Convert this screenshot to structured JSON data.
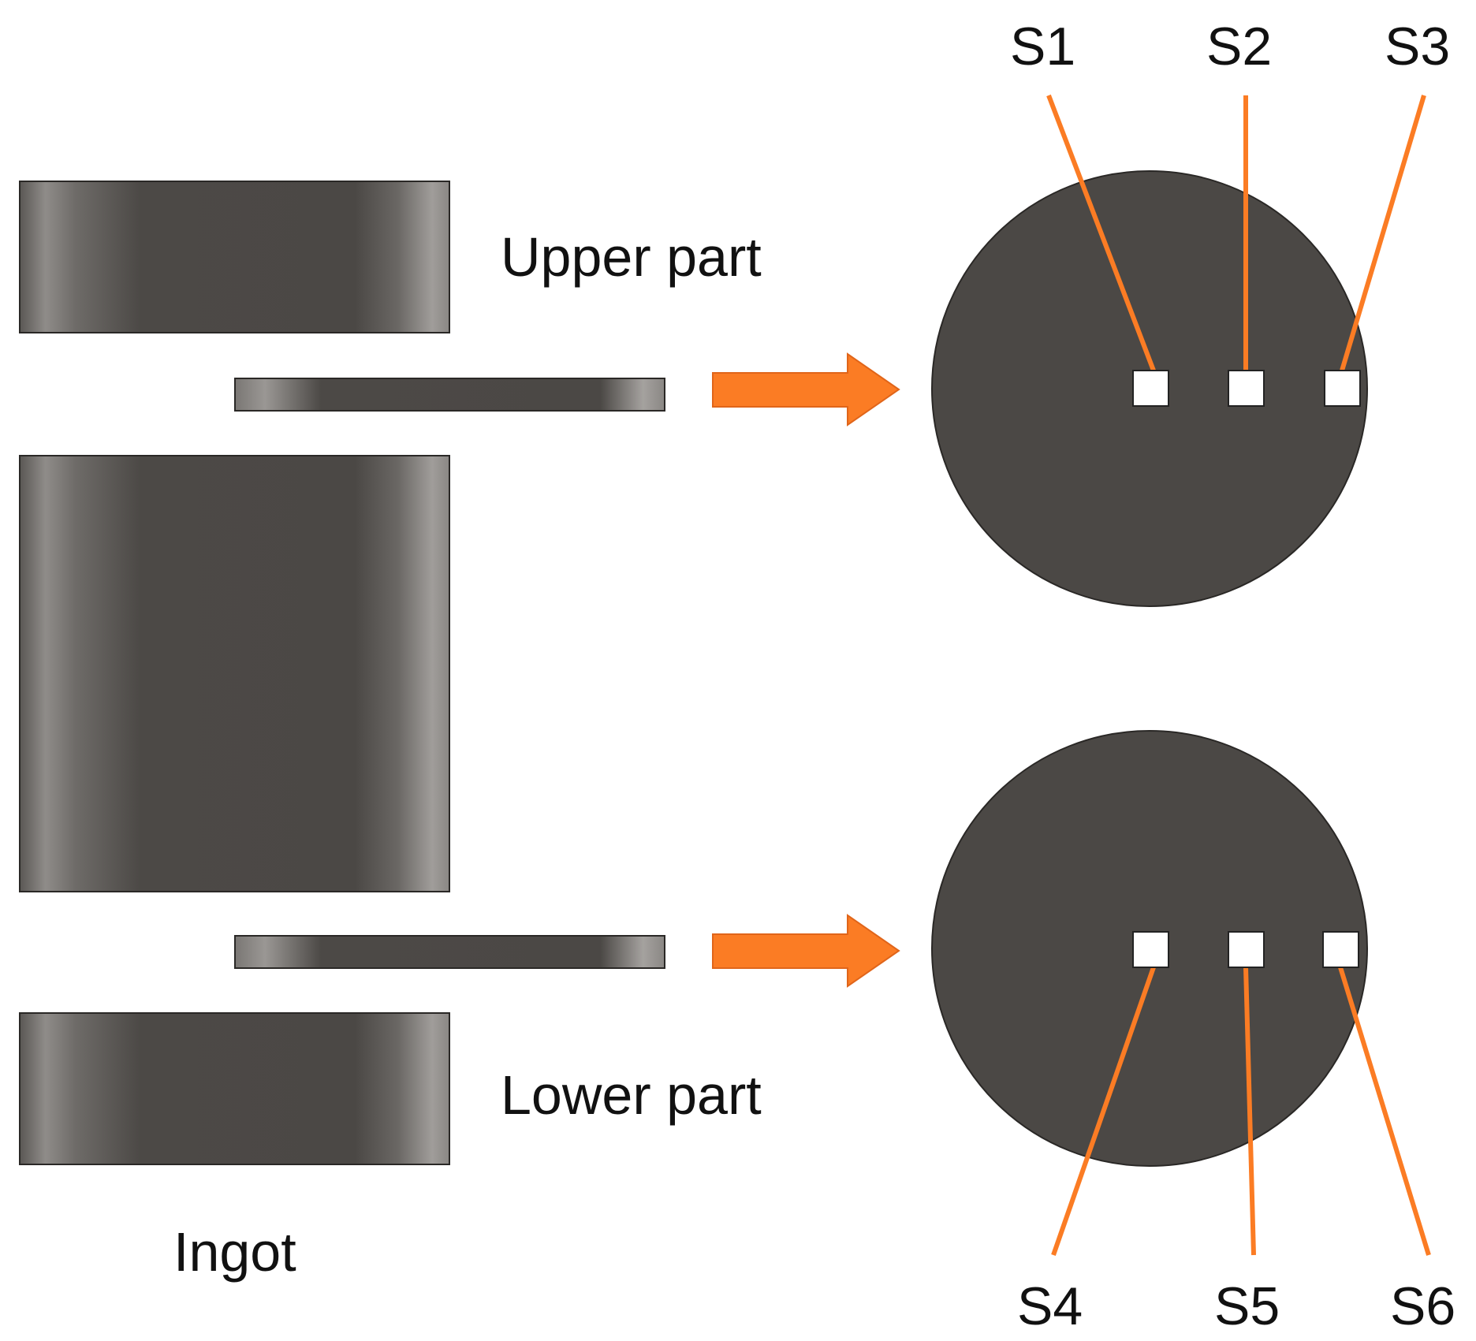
{
  "labels": {
    "upper_part": "Upper part",
    "lower_part": "Lower part",
    "ingot": "Ingot"
  },
  "samples": {
    "upper": [
      "S1",
      "S2",
      "S3"
    ],
    "lower": [
      "S4",
      "S5",
      "S6"
    ]
  },
  "colors": {
    "body": "#4b4845",
    "highlight": "#9a9794",
    "accent": "#fb7c24",
    "marker": "#ffffff",
    "text": "#111111"
  }
}
